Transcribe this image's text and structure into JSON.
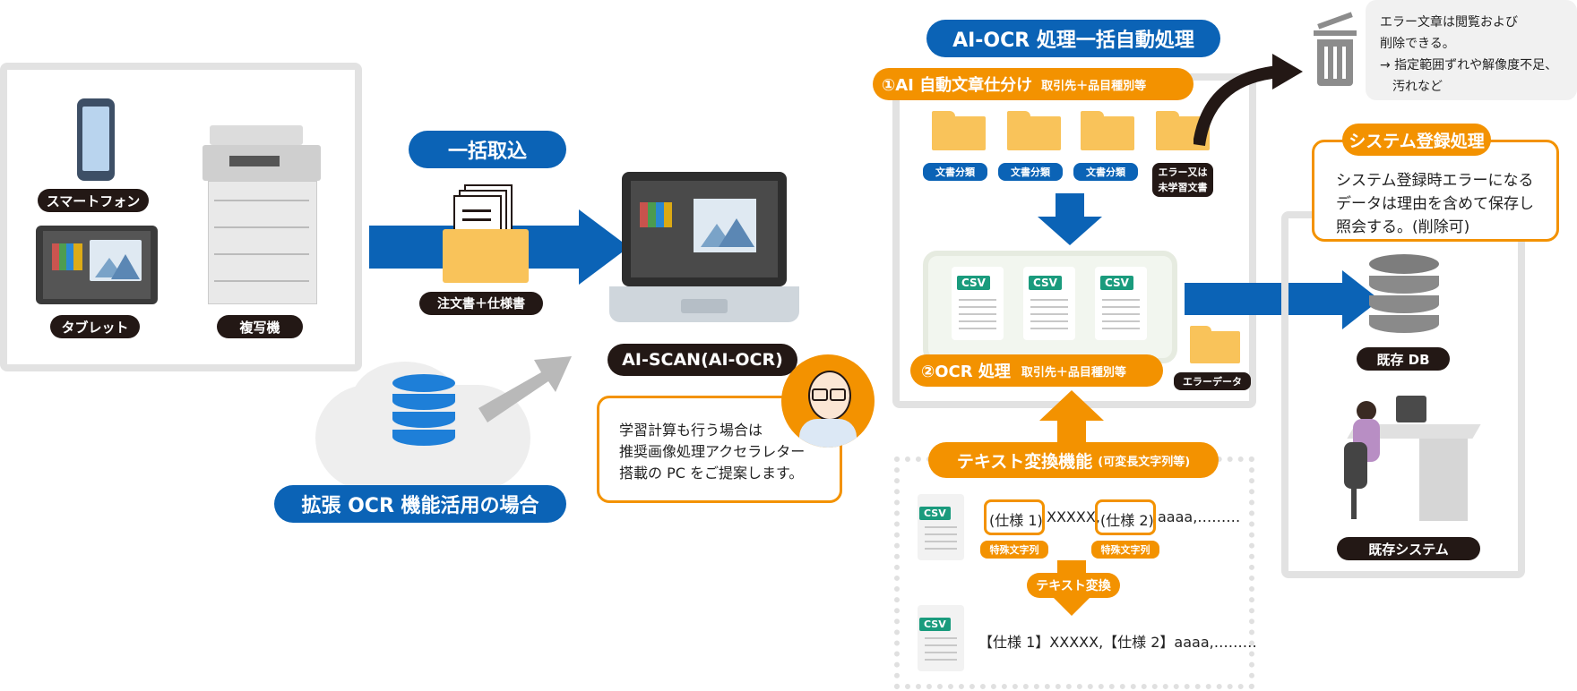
{
  "devices": {
    "smartphone": "スマートフォン",
    "tablet": "タブレット",
    "copier": "複写機"
  },
  "batch_import": {
    "title": "一括取込",
    "docs_label": "注文書＋仕様書"
  },
  "extended_ocr": {
    "label": "拡張 OCR 機能活用の場合"
  },
  "ai_scan": {
    "label": "AI-SCAN(AI-OCR)",
    "note_lines": [
      "学習計算も行う場合は",
      "推奨画像処理アクセラレター",
      "搭載の PC をご提案します。"
    ]
  },
  "ocr_process": {
    "title": "AI-OCR 処理一括自動処理",
    "step1_main": "①AI 自動文章仕分け",
    "step1_sub": "取引先＋品目種別等",
    "folders": [
      "文書分類",
      "文書分類",
      "文書分類"
    ],
    "error_folder_lines": [
      "エラー又は",
      "未学習文書"
    ],
    "csv_badge": "CSV",
    "step2_main": "②OCR 処理",
    "step2_sub": "取引先＋品目種別等",
    "error_data": "エラーデータ"
  },
  "delete_note": {
    "lines": [
      "エラー文章は閲覧および",
      "削除できる。",
      "→ 指定範囲ずれや解像度不足、",
      "　汚れなど"
    ]
  },
  "system_register": {
    "title": "システム登録処理",
    "lines": [
      "システム登録時エラーになる",
      "データは理由を含めて保存し",
      "照会する。(削除可)"
    ]
  },
  "existing": {
    "db": "既存 DB",
    "system": "既存システム"
  },
  "text_convert": {
    "title_main": "テキスト変換機能",
    "title_sub": "(可変長文字列等)",
    "spec1": "(仕様 1)",
    "spec2": "(仕様 2)",
    "xxxxx": "XXXXX,",
    "aaaa": "aaaa,………",
    "special_label": "特殊文字列",
    "convert_label": "テキスト変換",
    "result_line": "【仕様 1】XXXXX,【仕様 2】aaaa,………"
  },
  "colors": {
    "blue": "#0b63b6",
    "orange": "#f39200",
    "dark": "#231815",
    "panel_gray": "#e2e2e2",
    "folder_yellow": "#f9c35a",
    "csv_green": "#1a9b7d"
  }
}
